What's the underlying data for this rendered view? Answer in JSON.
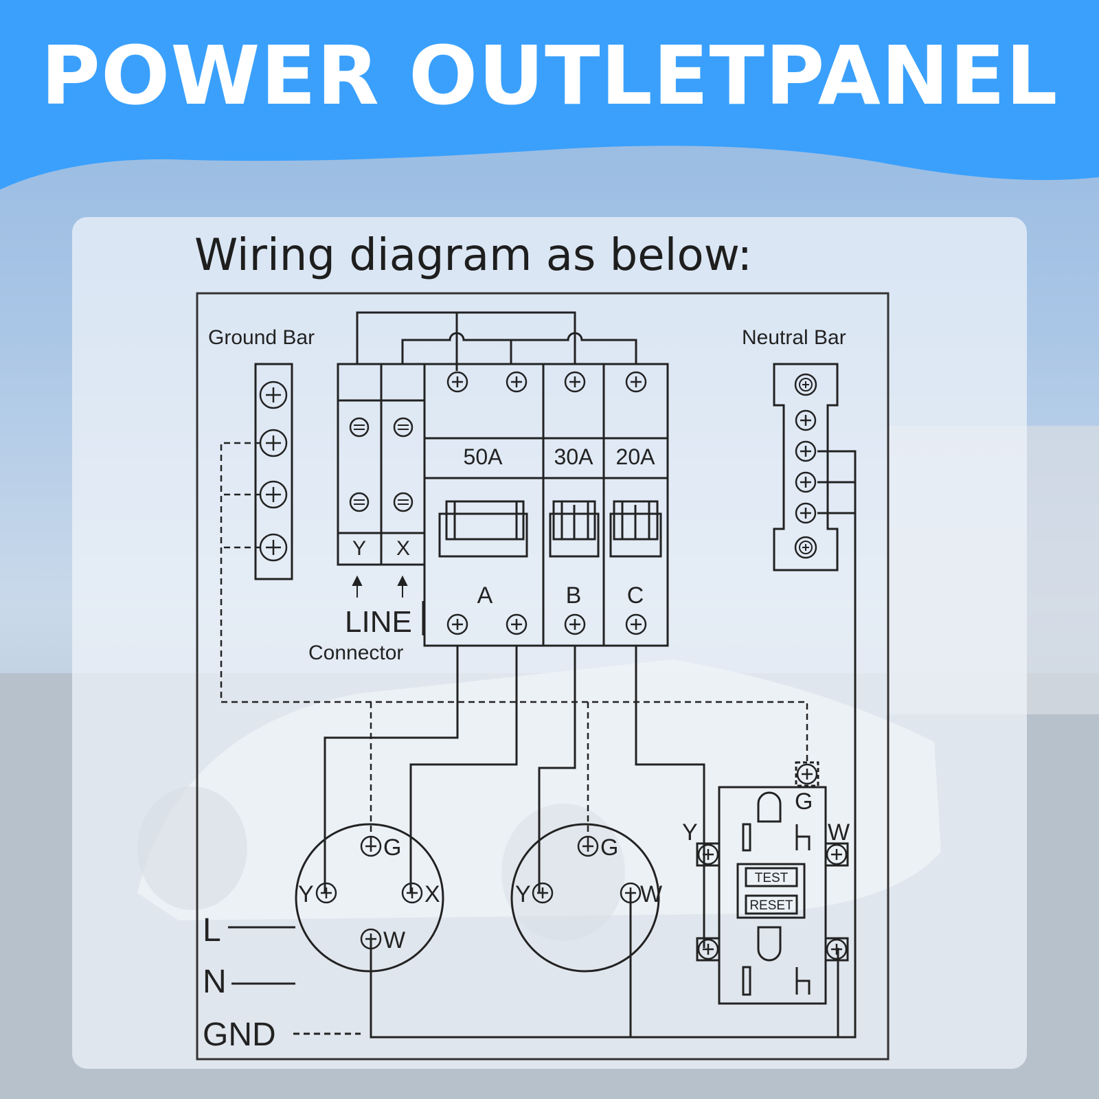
{
  "header": {
    "title": "POWER OUTLETPANEL"
  },
  "intro": "Wiring diagram as below:",
  "diagram": {
    "ground_bar_label": "Ground Bar",
    "neutral_bar_label": "Neutral Bar",
    "line_label": "LINE",
    "connector_label": "Connector",
    "terminals": {
      "y": "Y",
      "x": "X"
    },
    "breakers": [
      {
        "rating": "50A",
        "letter": "A"
      },
      {
        "rating": "30A",
        "letter": "B"
      },
      {
        "rating": "20A",
        "letter": "C"
      }
    ],
    "outlet1": {
      "g": "G",
      "y": "Y",
      "x": "X",
      "w": "W"
    },
    "outlet2": {
      "g": "G",
      "y": "Y",
      "w": "W"
    },
    "gfci": {
      "g": "G",
      "y": "Y",
      "w": "W",
      "test": "TEST",
      "reset": "RESET"
    },
    "legend": {
      "l": "L",
      "n": "N",
      "gnd": "GND"
    }
  }
}
